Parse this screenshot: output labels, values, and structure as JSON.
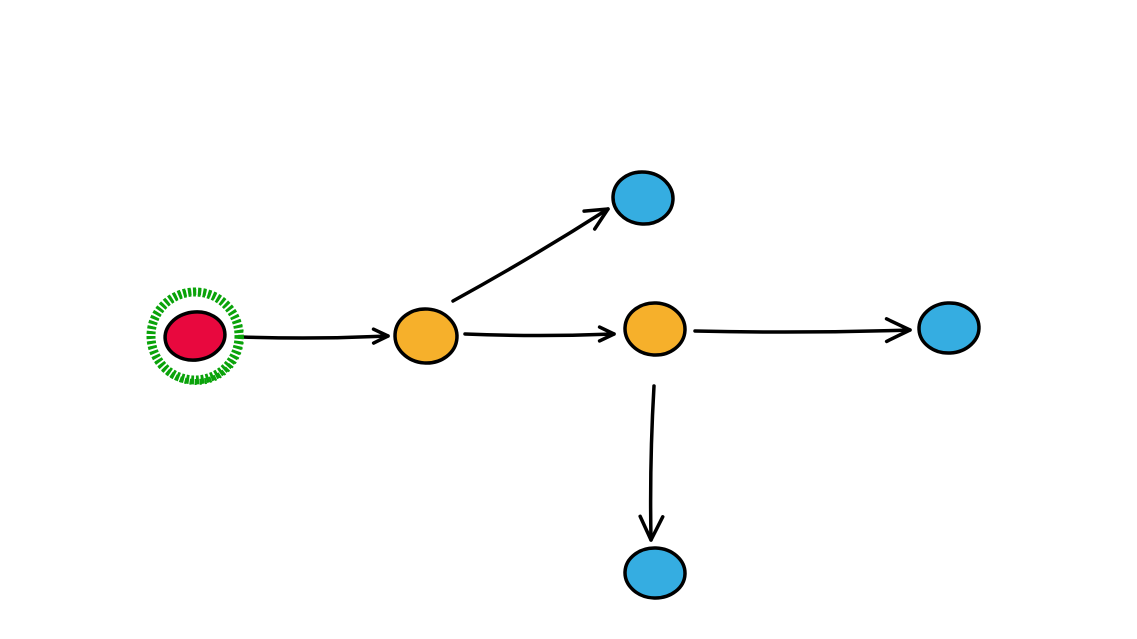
{
  "diagram": {
    "type": "directed-graph",
    "colors": {
      "start": "#e8083e",
      "intermediate": "#f6b02b",
      "leaf": "#35ade1",
      "highlight": "#0aa30a",
      "edge": "#000000"
    },
    "nodes": [
      {
        "id": "n0",
        "role": "start",
        "highlighted": true
      },
      {
        "id": "n1",
        "role": "intermediate"
      },
      {
        "id": "n2",
        "role": "intermediate"
      },
      {
        "id": "n3",
        "role": "leaf"
      },
      {
        "id": "n4",
        "role": "leaf"
      },
      {
        "id": "n5",
        "role": "leaf"
      }
    ],
    "edges": [
      {
        "from": "n0",
        "to": "n1"
      },
      {
        "from": "n1",
        "to": "n3"
      },
      {
        "from": "n1",
        "to": "n2"
      },
      {
        "from": "n2",
        "to": "n4"
      },
      {
        "from": "n2",
        "to": "n5"
      }
    ]
  }
}
